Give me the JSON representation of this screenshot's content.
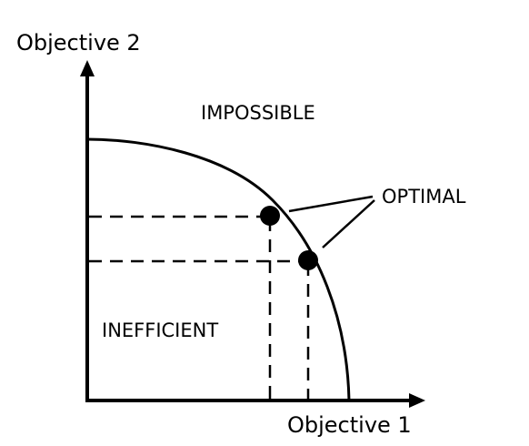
{
  "axes": {
    "x_label": "Objective 1",
    "y_label": "Objective 2"
  },
  "regions": {
    "impossible": "IMPOSSIBLE",
    "inefficient": "INEFFICIENT"
  },
  "callout": {
    "label": "OPTIMAL"
  },
  "colors": {
    "ink": "#000000",
    "background": "#ffffff"
  }
}
